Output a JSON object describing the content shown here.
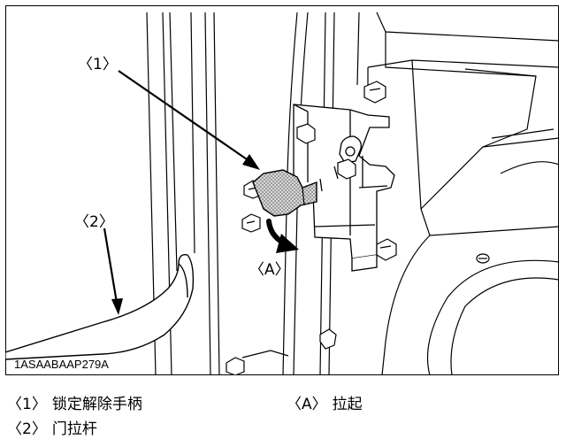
{
  "figure": {
    "callouts": {
      "c1": "〈1〉",
      "c2": "〈2〉",
      "cA": "〈A〉"
    },
    "figure_code": "1ASAABAAP279A"
  },
  "legend": [
    {
      "code": "〈1〉",
      "text": "锁定解除手柄"
    },
    {
      "code": "〈A〉",
      "text": "拉起"
    },
    {
      "code": "〈2〉",
      "text": "门拉杆"
    }
  ],
  "colors": {
    "line": "#000000",
    "background": "#ffffff",
    "handle_fill": "#b8b8b8"
  }
}
